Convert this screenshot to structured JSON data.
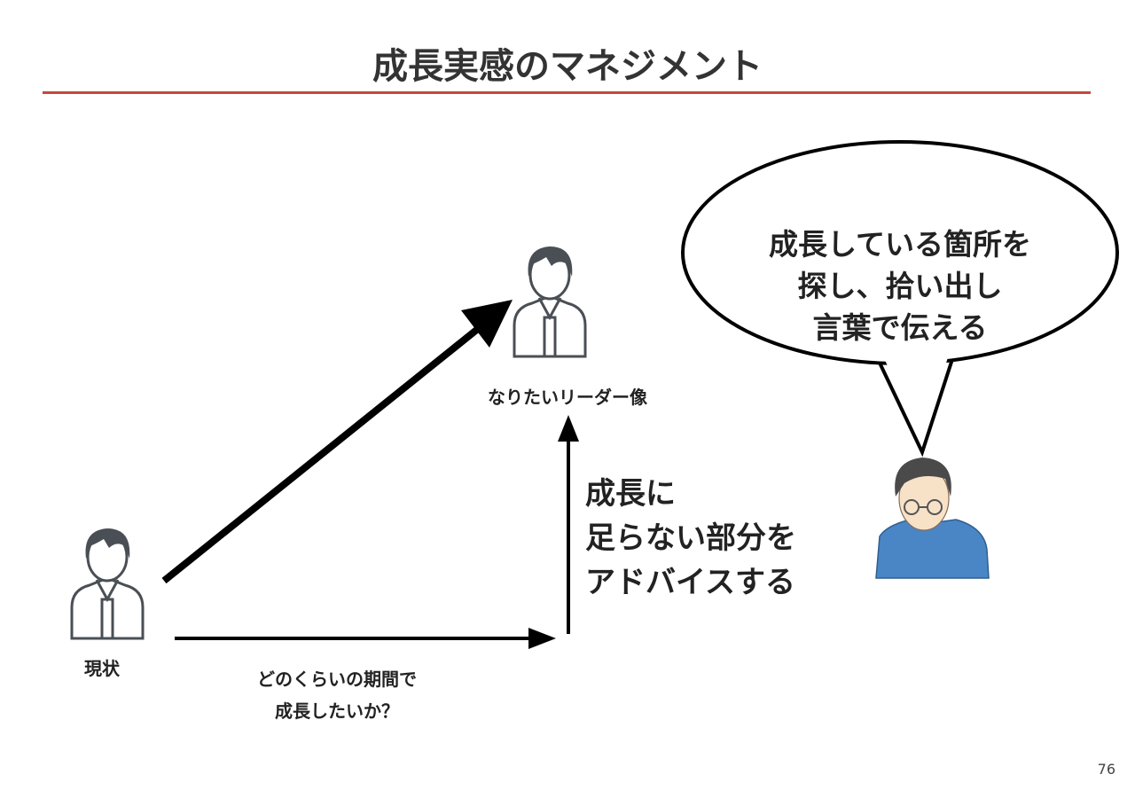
{
  "title": "成長実感のマネジメント",
  "goal_label": "なりたいリーダー像",
  "current_label": "現状",
  "period_label": [
    "どのくらいの期間で",
    "成長したいか？"
  ],
  "advice_label": [
    "成長に",
    "足らない部分を",
    "アドバイスする"
  ],
  "bubble_text": [
    "成長している箇所を",
    "探し、拾い出し",
    "言葉で伝える"
  ],
  "page_number": "76",
  "colors": {
    "accent_rule": "#c9463d",
    "shirt": "#4a86c5",
    "icon_gray": "#4a4f55"
  }
}
